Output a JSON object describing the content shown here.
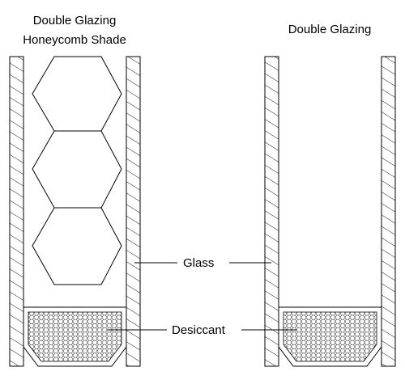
{
  "diagram": {
    "left_title_line1": "Double Glazing",
    "left_title_line2": "Honeycomb Shade",
    "right_title": "Double Glazing",
    "glass_label": "Glass",
    "desiccant_label": "Desiccant"
  },
  "colors": {
    "line": "#000000",
    "background": "#ffffff",
    "desiccant_fill": "#ffffff"
  }
}
